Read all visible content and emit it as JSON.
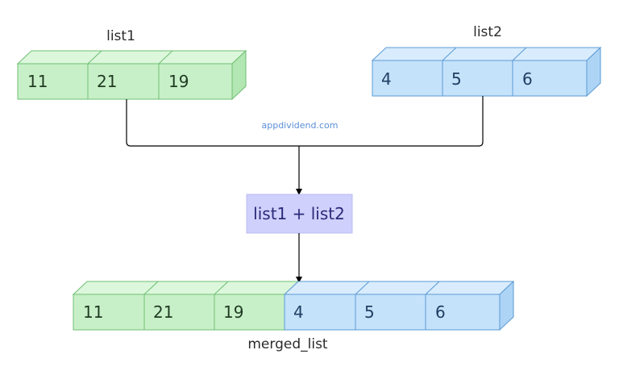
{
  "list1": {
    "label": "list1",
    "values": [
      "11",
      "21",
      "19"
    ]
  },
  "list2": {
    "label": "list2",
    "values": [
      "4",
      "5",
      "6"
    ]
  },
  "operation": {
    "label": "list1 + list2"
  },
  "merged": {
    "label": "merged_list",
    "values_from_list1": [
      "11",
      "21",
      "19"
    ],
    "values_from_list2": [
      "4",
      "5",
      "6"
    ]
  },
  "watermark": "appdividend.com",
  "colors": {
    "green_face": "#c8f0c8",
    "green_top": "#dcf7dc",
    "green_side": "#b2e6b2",
    "green_stroke": "#6fbf73",
    "blue_face": "#c5e2fb",
    "blue_top": "#d9ecfd",
    "blue_side": "#aed4f5",
    "blue_stroke": "#5b9bd5",
    "op_fill": "#cfd0fb",
    "op_stroke": "#b9bcf3",
    "connector": "#000000"
  }
}
